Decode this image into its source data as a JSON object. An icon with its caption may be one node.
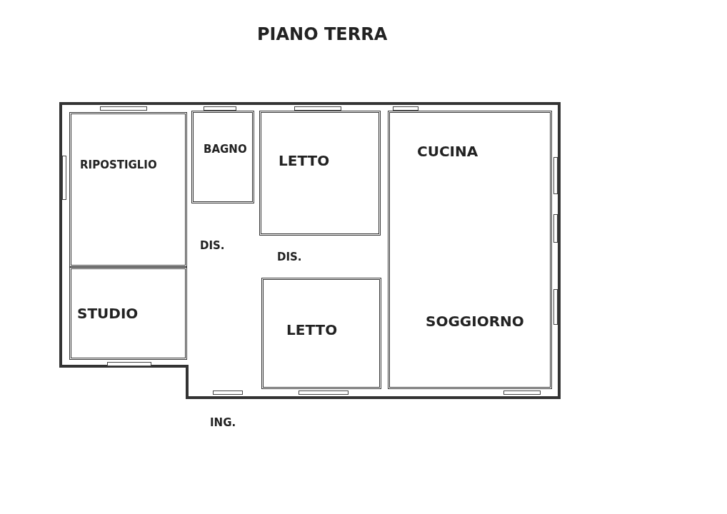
{
  "diagram": {
    "title": "PIANO TERRA",
    "nodes": [
      {
        "text": [
          "RIPOSTIGLIO"
        ]
      },
      {
        "text": [
          "BAGNO"
        ]
      },
      {
        "text": [
          "LETTO"
        ]
      },
      {
        "text": [
          "CUCINA",
          "SOGGIORNO"
        ]
      },
      {
        "text": [
          "DIS."
        ]
      },
      {
        "text": [
          "DIS."
        ]
      },
      {
        "text": [
          "STUDIO"
        ]
      },
      {
        "text": [
          "LETTO"
        ]
      }
    ],
    "edges": [],
    "labels": [
      "ING."
    ]
  }
}
